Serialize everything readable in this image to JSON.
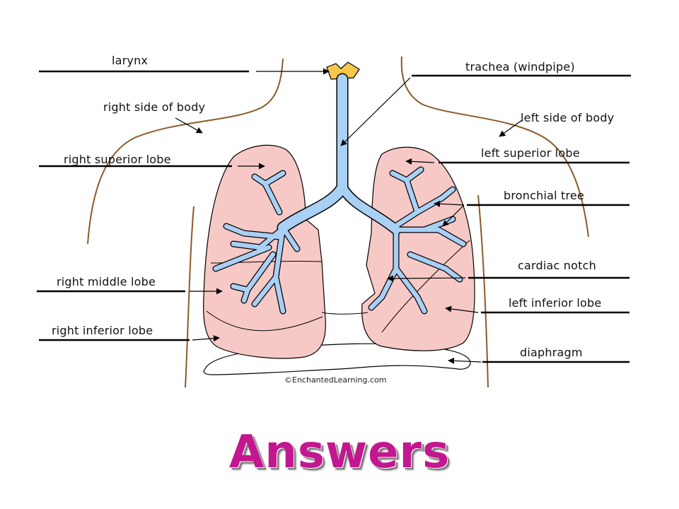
{
  "labels": {
    "larynx": "larynx",
    "trachea": "trachea (windpipe)",
    "right_side": "right side of body",
    "left_side": "left side of body",
    "right_superior": "right superior lobe",
    "left_superior": "left superior lobe",
    "bronchial_tree": "bronchial tree",
    "right_middle": "right middle lobe",
    "cardiac_notch": "cardiac notch",
    "left_inferior": "left inferior lobe",
    "right_inferior": "right inferior lobe",
    "diaphragm": "diaphragm"
  },
  "copyright": "©EnchantedLearning.com",
  "title": "Answers",
  "colors": {
    "lung_fill": "#f7c9c6",
    "airway_fill": "#a9d0f5",
    "larynx_fill": "#f5c84c",
    "body_outline": "#8b5a2b",
    "title_color": "#c2178f"
  }
}
